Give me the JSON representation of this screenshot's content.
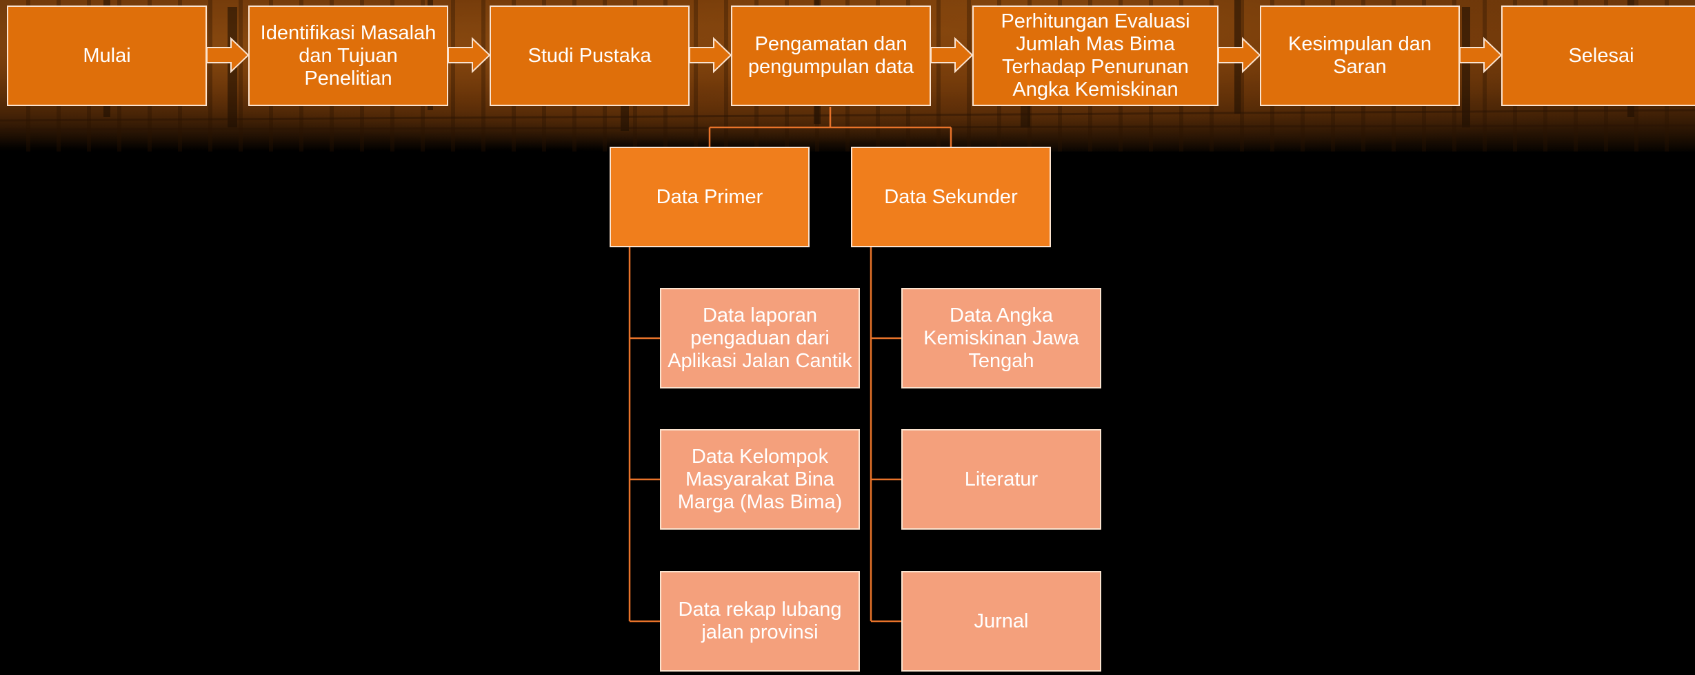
{
  "flow": {
    "steps": [
      "Mulai",
      "Identifikasi Masalah dan Tujuan Penelitian",
      "Studi Pustaka",
      "Pengamatan dan pengumpulan data",
      "Perhitungan Evaluasi Jumlah Mas Bima Terhadap Penurunan Angka Kemiskinan",
      "Kesimpulan dan Saran",
      "Selesai"
    ]
  },
  "branches": {
    "primer": {
      "label": "Data Primer",
      "items": [
        "Data laporan pengaduan dari Aplikasi Jalan Cantik",
        "Data Kelompok Masyarakat Bina Marga (Mas Bima)",
        "Data rekap lubang jalan provinsi"
      ]
    },
    "sekunder": {
      "label": "Data Sekunder",
      "items": [
        "Data Angka Kemiskinan Jawa Tengah",
        "Literatur",
        "Jurnal"
      ]
    }
  },
  "colors": {
    "main_box": "#df6f0a",
    "category_box": "#f07e1c",
    "leaf_box": "#f4a07c",
    "border": "#fbe3cf",
    "connector": "#e8732a",
    "background": "#000000"
  }
}
